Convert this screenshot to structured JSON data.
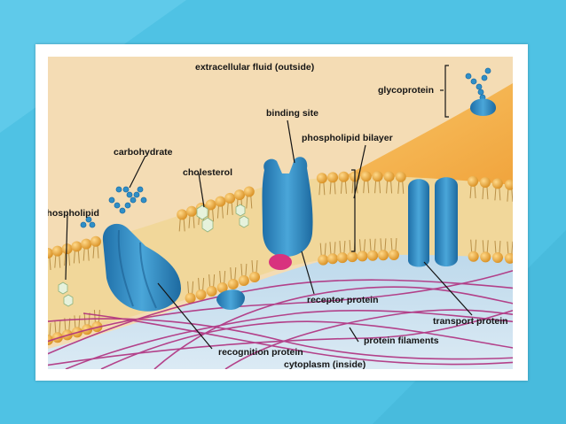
{
  "diagram": {
    "labels": {
      "extracellular": "extracellular fluid (outside)",
      "glycoprotein": "glycoprotein",
      "binding_site": "binding site",
      "phospholipid_bilayer": "phospholipid bilayer",
      "carbohydrate": "carbohydrate",
      "cholesterol": "cholesterol",
      "phospholipid": "phospholipid",
      "receptor_protein": "receptor protein",
      "transport_protein": "transport protein",
      "protein_filaments": "protein filaments",
      "recognition_protein": "recognition protein",
      "cytoplasm": "cytoplasm (inside)"
    }
  },
  "colors": {
    "background": "#4fc2e4",
    "outside_fluid": "#f4dcb4",
    "cell_surface": "#f6b54c",
    "lipid_head": "#eba63c",
    "protein": "#2f8fc7",
    "protein_light": "#62b9e3",
    "filament": "#b0307f",
    "cytoplasm": "#c7e0ef",
    "cholesterol": "#e6f2dc",
    "receptor_ball": "#d8327e"
  }
}
